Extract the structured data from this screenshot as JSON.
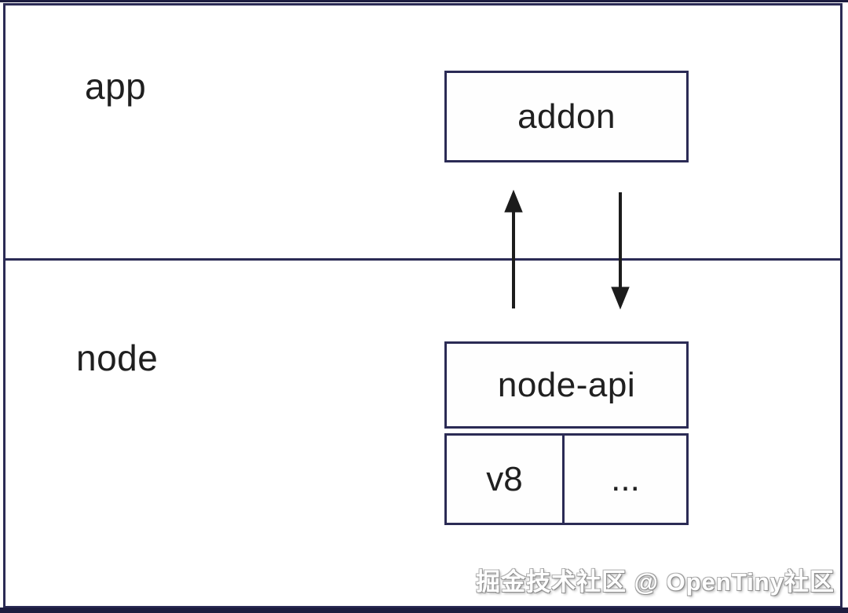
{
  "diagram": {
    "sections": [
      {
        "id": "app",
        "label": "app"
      },
      {
        "id": "node",
        "label": "node"
      }
    ],
    "boxes": {
      "addon": {
        "label": "addon"
      },
      "node_api": {
        "label": "node-api"
      },
      "v8": {
        "label": "v8"
      },
      "others": {
        "label": "..."
      }
    },
    "arrows": [
      {
        "name": "node-api-to-addon",
        "direction": "up"
      },
      {
        "name": "addon-to-node-api",
        "direction": "down"
      }
    ],
    "colors": {
      "box_border": "#2b2b55",
      "edge_bar": "#1d1d40",
      "label_text": "#202020",
      "arrow": "#1c1c1c",
      "background": "#ffffff",
      "watermark_text": "#ffffff"
    }
  },
  "watermark": {
    "text": "掘金技术社区 @ OpenTiny社区"
  }
}
